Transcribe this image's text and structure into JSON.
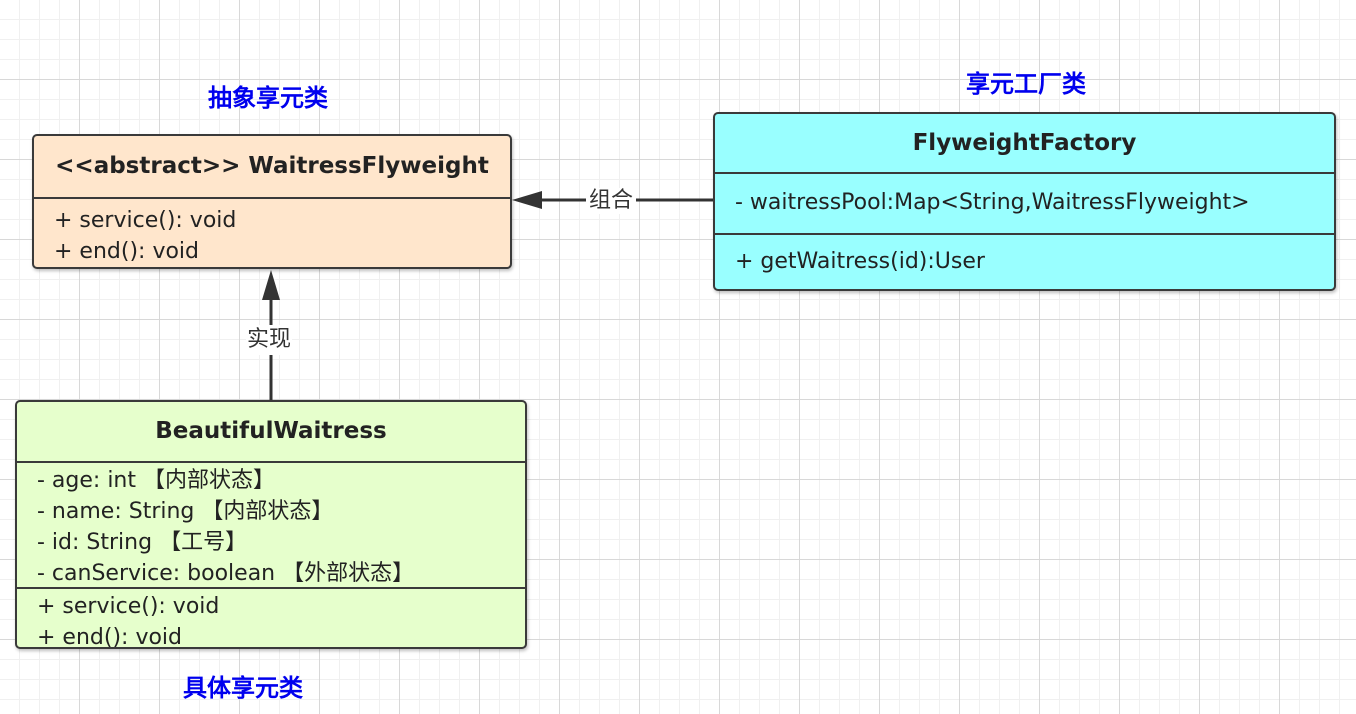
{
  "captions": {
    "abstract_flyweight": "抽象享元类",
    "flyweight_factory": "享元工厂类",
    "concrete_flyweight": "具体享元类"
  },
  "classes": {
    "waitress_flyweight": {
      "name": "<<abstract>> WaitressFlyweight",
      "methods": [
        "+ service(): void",
        "+ end(): void"
      ],
      "fill": "#ffe6cc"
    },
    "flyweight_factory": {
      "name": "FlyweightFactory",
      "attributes": [
        "- waitressPool:Map<String,WaitressFlyweight>"
      ],
      "methods": [
        "+ getWaitress(id):User"
      ],
      "fill": "#99ffff"
    },
    "beautiful_waitress": {
      "name": "BeautifulWaitress",
      "attributes": [
        "- age: int 【内部状态】",
        "- name: String 【内部状态】",
        "- id: String 【工号】",
        "- canService: boolean 【外部状态】"
      ],
      "methods": [
        "+ service(): void",
        "+ end(): void"
      ],
      "fill": "#e6ffcc"
    }
  },
  "relations": {
    "composition_label": "组合",
    "realization_label": "实现"
  }
}
